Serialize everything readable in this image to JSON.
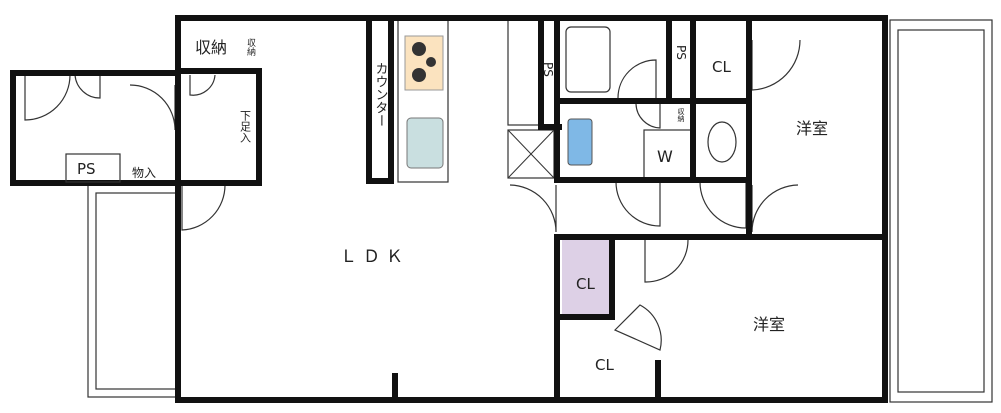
{
  "rooms": {
    "storage_top": "収納",
    "storage_small": "収納",
    "shoe_storage": "下足入",
    "ps_entry": "PS",
    "storage_entry": "物入",
    "counter": "カウンター",
    "ps_kitchen": "PS",
    "ps_bath": "PS",
    "closet_top": "CL",
    "storage_wash": "収納",
    "washer": "W",
    "western_room_1": "洋室",
    "ldk": "ＬＤＫ",
    "western_room_2": "洋室",
    "closet_purple": "CL",
    "closet_lower": "CL"
  },
  "colors": {
    "wall": "#111111",
    "stove": "#fbe3bf",
    "sink": "#c9dfe0",
    "bathsink": "#7fb8e6",
    "closet": "#ddd0e6"
  }
}
